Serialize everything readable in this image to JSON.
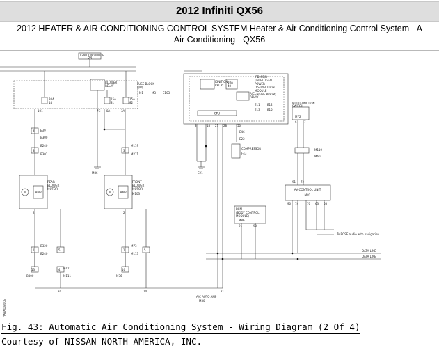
{
  "header": {
    "title": "2012 Infiniti QX56",
    "subtitle_line1": "2012 HEATER & AIR CONDITIONING CONTROL SYSTEM Heater & Air Conditioning Control System - A",
    "subtitle_line2": "Air Conditioning - QX56"
  },
  "diagram": {
    "ignition_switch": "IGNITION SWITCH",
    "ignition_on": "ON",
    "blower_relay_1": "BLOWER",
    "blower_relay_2": "RELAY",
    "fuse_block_1": "FUSE BLOCK",
    "fuse_block_2": "(J/B)",
    "fuse_conn_1": "M1",
    "fuse_conn_2": "M3",
    "fuse_conn_3": "E103",
    "fuse_20a": "20A",
    "fuse_20a_no": "14",
    "fuse_15a_1": "15A",
    "fuse_15a_1_no": "81",
    "fuse_15a_2": "15A",
    "fuse_15a_2_no": "82",
    "pin_101": "101",
    "pin_7c": "7C",
    "pin_8a": "8A",
    "pin_3a": "3A",
    "ignition_relay_1": "IGNITION",
    "ignition_relay_2": "RELAY",
    "fuse_10a": "10A",
    "fuse_10a_no": "40",
    "ipdm_lines": [
      "IPDM E/R",
      "(INTELLIGENT",
      "POWER",
      "DISTRIBUTION",
      "MODULE",
      "ENGINE ROOM)"
    ],
    "ac_relay_1": "A/C",
    "ac_relay_2": "RELAY",
    "ipdm_conn_1": "E11",
    "ipdm_conn_2": "E12",
    "ipdm_conn_3": "E13",
    "ipdm_conn_4": "E15",
    "cpu": "CPU",
    "ipdm_pins": [
      "3",
      "18",
      "27",
      "28",
      "50"
    ],
    "e46": "E46",
    "e22": "E22",
    "compressor": "COMPRESSOR",
    "f43": "F43",
    "multifunction_1": "MULTIFUNCTION",
    "multifunction_2": "SWITCH",
    "m72": "M72",
    "mf_pins": [
      "6",
      "7"
    ],
    "m119": "M119",
    "m60": "M60",
    "av_pins_top": [
      "91",
      "72"
    ],
    "av_control_unit": "AV CONTROL UNIT",
    "m81": "M81",
    "av_pins_bottom": [
      "90",
      "74",
      "70",
      "63",
      "68"
    ],
    "to_bose": "To BOSE audio with navigation",
    "data_line_1": "DATA LINE",
    "data_line_2": "DATA LINE",
    "bcm_lines": [
      "BCM",
      "(BODY CONTROL",
      "MODULE)"
    ],
    "m86": "M86",
    "bcm_pins": [
      "91",
      "90"
    ],
    "rear_blower_1": "REAR",
    "rear_blower_2": "BLOWER",
    "rear_blower_3": "MOTOR",
    "front_blower_1": "FRONT",
    "front_blower_2": "BLOWER",
    "front_blower_3": "MOTOR",
    "m103": "M103",
    "amp": "AMP",
    "motor_symbol": "M",
    "rear_conn_1": "E39",
    "rear_conn_2": "B300",
    "rear_conn_3": "B240",
    "rear_conn_4": "B301",
    "rear_conn_5": "B320",
    "rear_conn_6": "B240",
    "rear_conn_7": "B300",
    "rear_conn_8": "B201",
    "rear_conn_9": "M111",
    "front_conn_1": "M119",
    "front_conn_2": "M271",
    "front_conn_3": "M73",
    "front_conn_4": "M113",
    "front_conn_5": "M76",
    "m86_ground": "M86",
    "e21": "E21",
    "pin_34": "34",
    "pin_14": "14",
    "pin_21": "21",
    "ac_auto_amp_1": "A/C AUTO AMP",
    "ac_auto_amp_2": "M30",
    "side_code": "JYAVA0080GB",
    "num_3": "3",
    "num_4": "4",
    "num_5": "5",
    "num_1": "1",
    "num_2": "2",
    "num_13": "13",
    "num_16": "16"
  },
  "caption": {
    "figure": "Fig. 43: Automatic Air Conditioning System - Wiring Diagram (2 Of 4)",
    "courtesy": "Courtesy of NISSAN NORTH AMERICA, INC."
  }
}
